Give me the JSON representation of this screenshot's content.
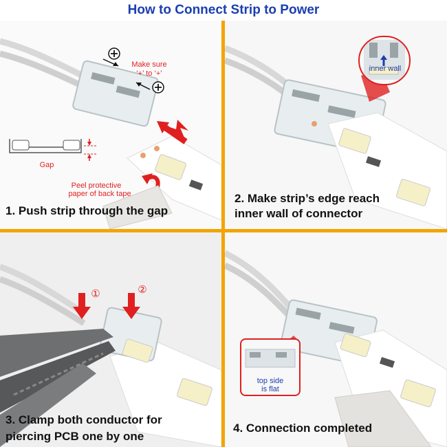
{
  "title": "How to Connect Strip to Power",
  "steps": [
    {
      "label": "1. Push strip through the gap",
      "notes": {
        "make_sure": "Make sure",
        "plus_to_plus": "‘+’ to ‘+’",
        "gap": "Gap",
        "peel": "Peel protective",
        "peel2": "paper of back tape"
      }
    },
    {
      "label_line1": "2. Make strip’s edge reach",
      "label_line2": "inner wall of connector",
      "notes": {
        "inner_wall": "inner wall"
      }
    },
    {
      "label_line1": "3. Clamp both conductor for",
      "label_line2": "piercing PCB one by one",
      "notes": {
        "mark1": "①",
        "mark2": "②"
      }
    },
    {
      "label": "4. Connection completed",
      "notes": {
        "top_side": "top side",
        "is_flat": "is flat"
      }
    }
  ],
  "colors": {
    "title": "#1a3fb0",
    "divider": "#f2a500",
    "accent_red": "#e02020"
  }
}
